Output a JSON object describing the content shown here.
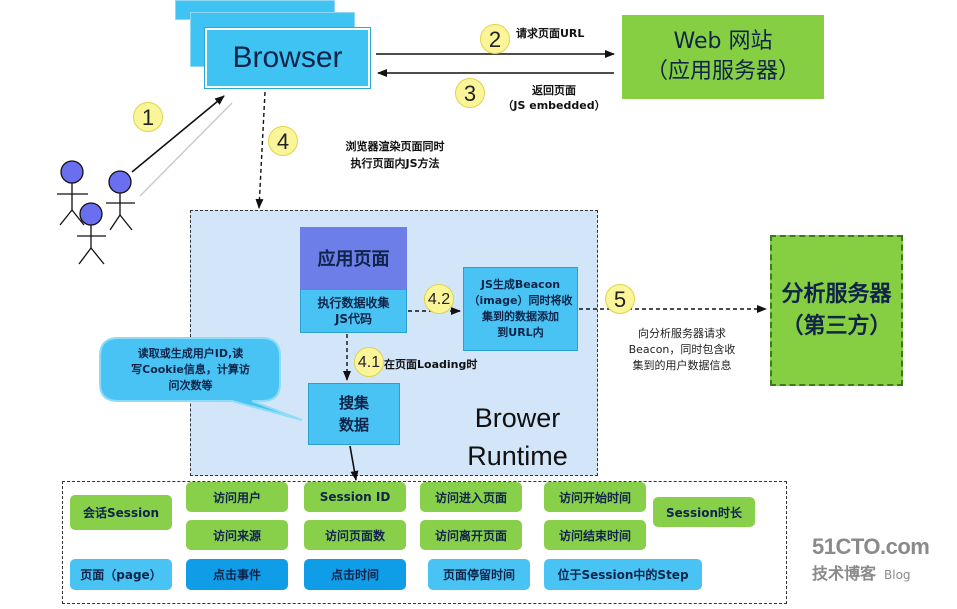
{
  "browser": {
    "label": "Browser"
  },
  "website": {
    "line1": "Web 网站",
    "line2": "（应用服务器）"
  },
  "steps": {
    "s1": "1",
    "s2": "2",
    "s3": "3",
    "s4": "4",
    "s41": "4.1",
    "s42": "4.2",
    "s5": "5"
  },
  "notes": {
    "request_url": "请求页面URL",
    "return_page": "返回页面",
    "js_embedded": "（JS embedded）",
    "render_line1": "浏览器渲染页面同时",
    "render_line2": "执行页面内JS方法",
    "loading": "在页面Loading时",
    "analytics_line1": "向分析服务器请求",
    "analytics_line2": "Beacon，同时包含收",
    "analytics_line3": "集到的用户数据信息"
  },
  "runtime": {
    "app_page": "应用页面",
    "collect_code_line1": "执行数据收集",
    "collect_code_line2": "JS代码",
    "beacon_line1": "JS生成Beacon",
    "beacon_line2": "（image）同时将收",
    "beacon_line3": "集到的数据添加",
    "beacon_line4": "到URL内",
    "collect_data_line1": "搜集",
    "collect_data_line2": "数据",
    "title_line1": "Brower",
    "title_line2": "Runtime"
  },
  "callout": {
    "line1": "读取或生成用户ID,读",
    "line2": "写Cookie信息，计算访",
    "line3": "问次数等"
  },
  "analytics_server": {
    "line1": "分析服务器",
    "line2": "（第三方）"
  },
  "data_fields": {
    "session": "会话Session",
    "visitor": "访问用户",
    "session_id": "Session ID",
    "entry_page": "访问进入页面",
    "start_time": "访问开始时间",
    "session_duration": "Session时长",
    "source": "访问来源",
    "page_count": "访问页面数",
    "exit_page": "访问离开页面",
    "end_time": "访问结束时间",
    "page": "页面（page）",
    "click_event": "点击事件",
    "click_time": "点击时间",
    "dwell_time": "页面停留时间",
    "step": "位于Session中的Step"
  },
  "watermark": {
    "brand": "51CTO.com",
    "sub": "技术博客",
    "blog": "Blog"
  }
}
